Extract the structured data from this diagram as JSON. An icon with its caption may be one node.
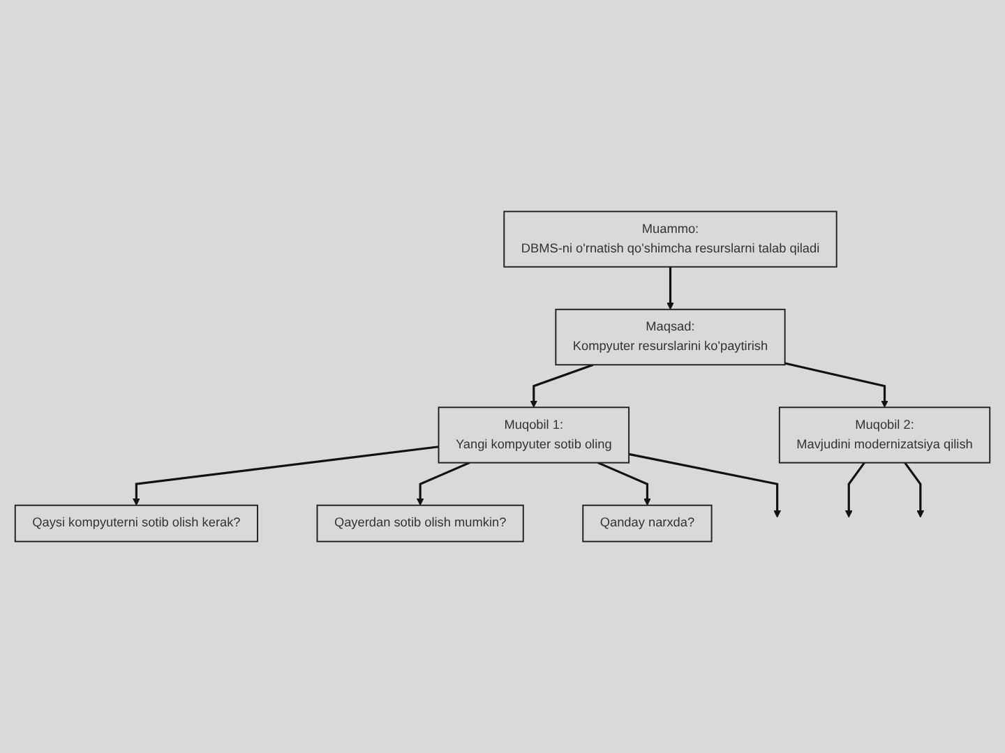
{
  "diagram": {
    "nodes": [
      {
        "text": [
          "Muammo:",
          "DBMS-ni o'rnatish qo'shimcha resurslarni talab qiladi"
        ]
      },
      {
        "text": [
          "Maqsad:",
          "Kompyuter resurslarini ko'paytirish"
        ]
      },
      {
        "text": [
          "Muqobil 1:",
          "Yangi kompyuter sotib oling"
        ]
      },
      {
        "text": [
          "Muqobil 2:",
          "Mavjudini modernizatsiya qilish"
        ]
      },
      {
        "text": [
          "Qaysi kompyuterni sotib olish kerak?"
        ]
      },
      {
        "text": [
          "Qayerdan sotib olish mumkin?"
        ]
      },
      {
        "text": [
          "Qanday narxda?"
        ]
      }
    ],
    "edges": [
      {
        "from": 0,
        "to": 1,
        "arrow": "to"
      },
      {
        "from": 1,
        "to": 2,
        "arrow": "to"
      },
      {
        "from": 1,
        "to": 3,
        "arrow": "to"
      },
      {
        "from": 3,
        "to": null,
        "arrow": "to"
      },
      {
        "from": 3,
        "to": null,
        "arrow": "to"
      },
      {
        "from": 2,
        "to": 4,
        "arrow": "to"
      },
      {
        "from": 2,
        "to": 5,
        "arrow": "to"
      },
      {
        "from": 2,
        "to": 6,
        "arrow": "to"
      },
      {
        "from": 2,
        "to": null,
        "arrow": "to"
      }
    ]
  }
}
